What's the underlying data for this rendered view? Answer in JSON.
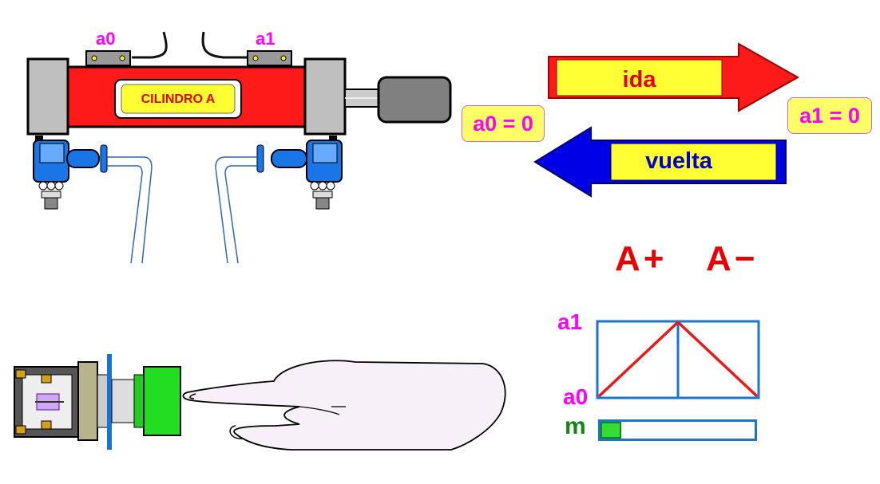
{
  "cylinder": {
    "label": "CILINDRO A",
    "sensor_left": "a0",
    "sensor_right": "a1"
  },
  "arrows": {
    "forward_label": "ida",
    "return_label": "vuelta"
  },
  "status": {
    "a0": "a0 = 0",
    "a1": "a1 = 0"
  },
  "sequence": {
    "step1": "A+",
    "step2": "A−"
  },
  "diagram": {
    "label_top": "a1",
    "label_bottom": "a0",
    "label_m": "m",
    "progress": 0.06
  },
  "colors": {
    "red": "#ff1a1a",
    "blue": "#0000e6",
    "yellow": "#ffff33",
    "magenta": "#ff00ff",
    "green": "#00cc00",
    "diagram_blue": "#1a75d1"
  }
}
